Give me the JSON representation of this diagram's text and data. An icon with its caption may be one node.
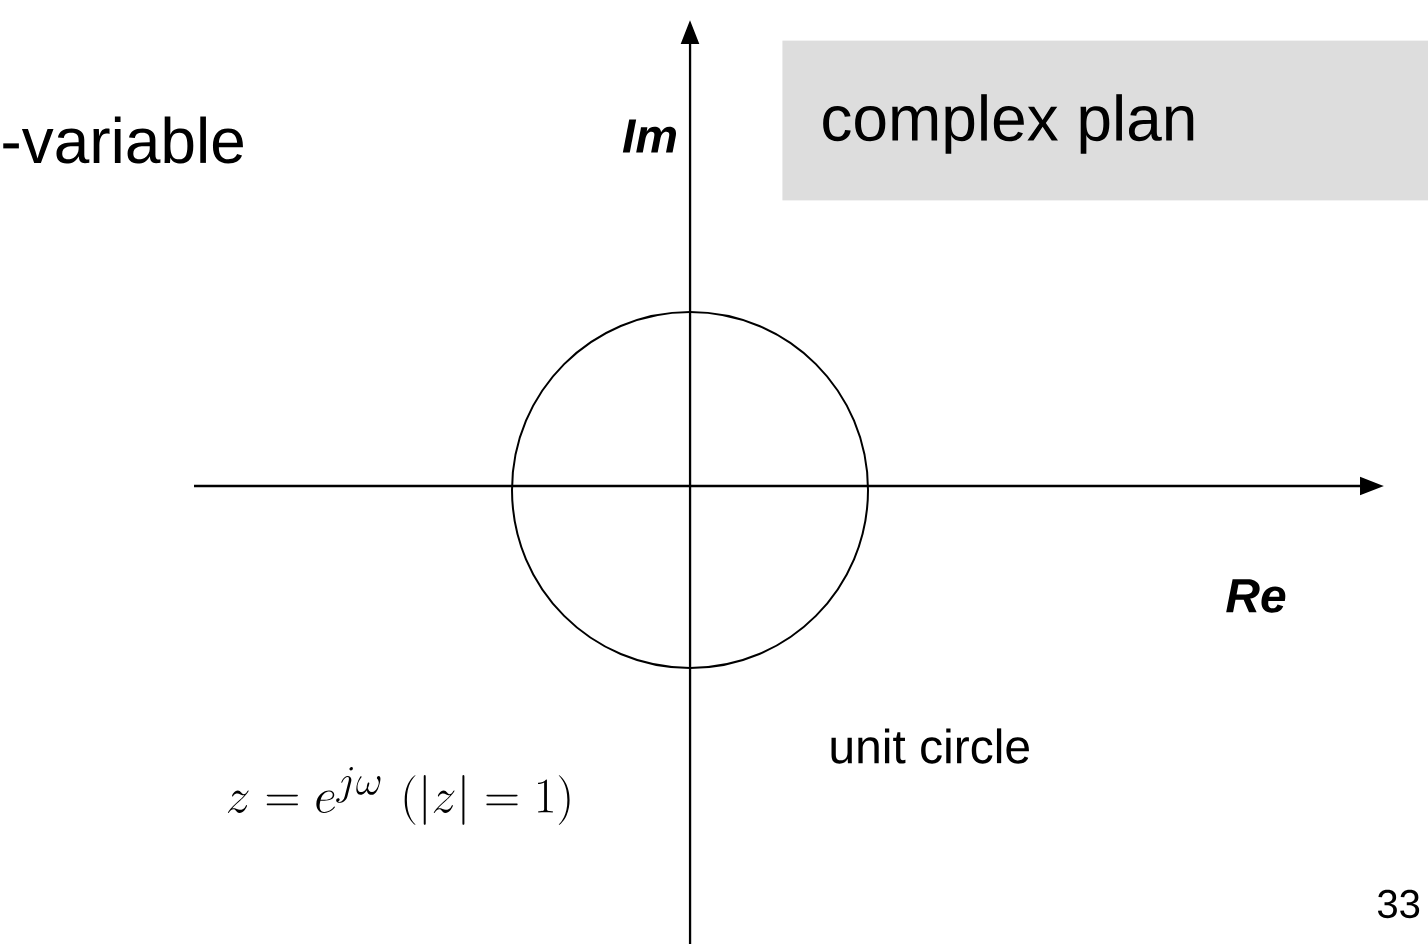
{
  "diagram": {
    "nodes": [
      {
        "text": [
          "complex plan"
        ]
      },
      {
        "text": [],
        "shape": "circle",
        "beside": [
          "unit circle"
        ]
      }
    ],
    "edges": [],
    "labels": [
      "-variable",
      "Im",
      "Re",
      "z = e^{j\\omega}\\,\\left(\\left|z\\right| = 1\\right)",
      "33"
    ]
  }
}
